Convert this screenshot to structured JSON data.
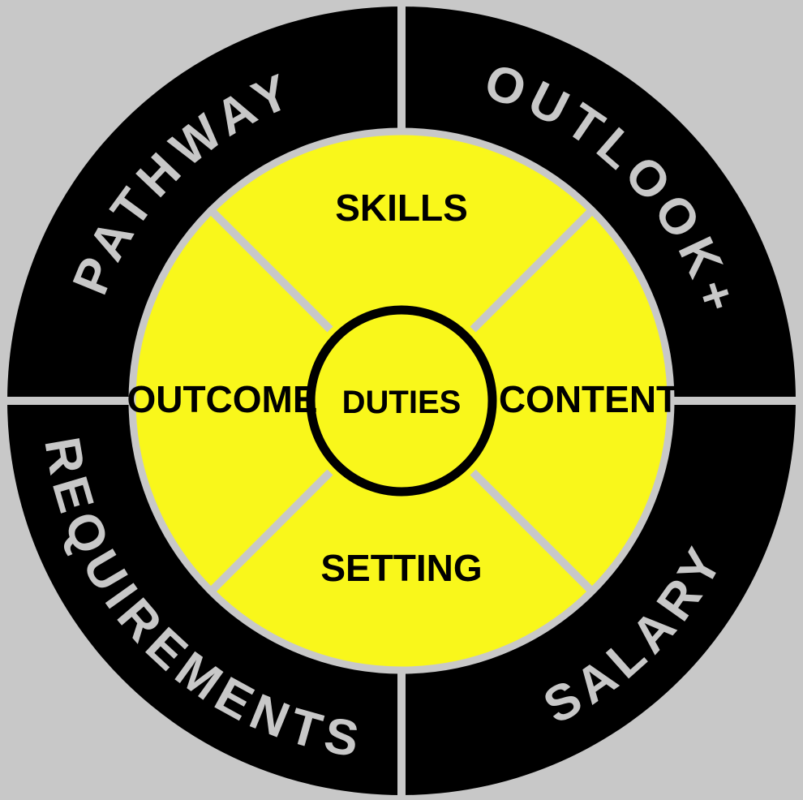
{
  "diagram": {
    "background_color": "#c8c8c8",
    "outer_ring": {
      "fill_color": "#000000",
      "label_color": "#c8c8c8",
      "segments": [
        {
          "label": "PATHWAY",
          "position": "top-left"
        },
        {
          "label": "OUTLOOK+",
          "position": "top-right"
        },
        {
          "label": "REQUIREMENTS",
          "position": "bottom-left"
        },
        {
          "label": "SALARY",
          "position": "bottom-right"
        }
      ]
    },
    "inner_wheel": {
      "fill_color": "#f9f71b",
      "divider_color": "#c8c8c8",
      "label_color": "#000000",
      "segments": [
        {
          "label": "SKILLS",
          "position": "top"
        },
        {
          "label": "CONTENT",
          "position": "right"
        },
        {
          "label": "SETTING",
          "position": "bottom"
        },
        {
          "label": "OUTCOME",
          "position": "left"
        }
      ]
    },
    "center": {
      "label": "DUTIES",
      "fill_color": "#f9f71b",
      "border_color": "#000000"
    }
  }
}
